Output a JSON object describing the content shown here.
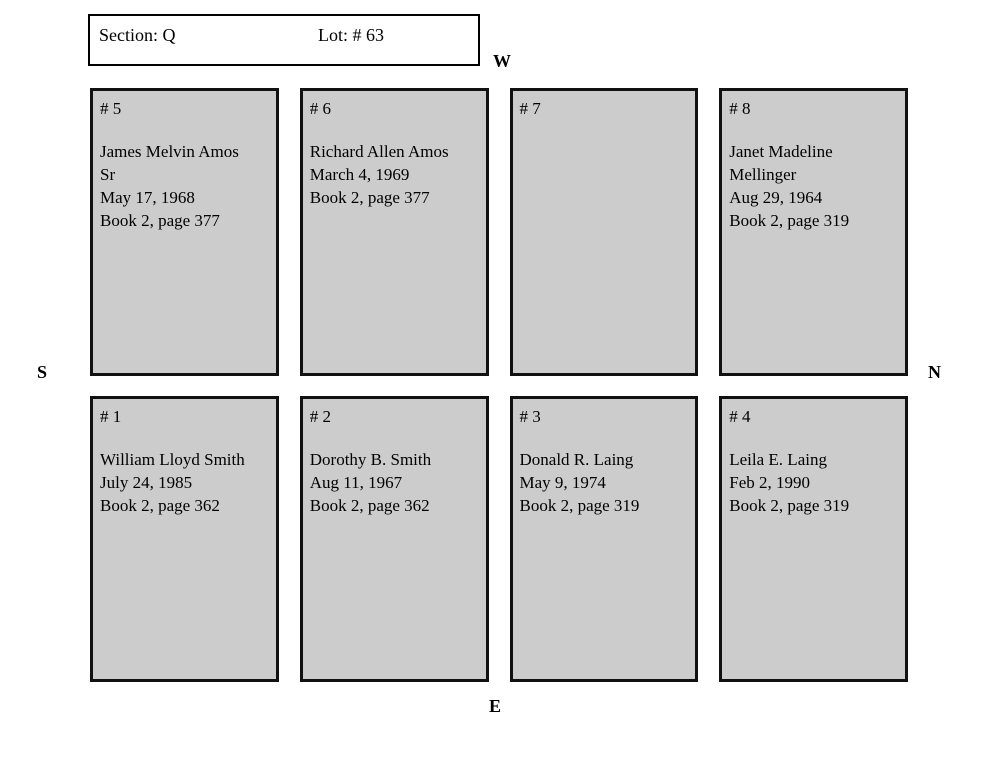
{
  "header": {
    "section_label": "Section: Q",
    "lot_label": "Lot: # 63"
  },
  "compass": {
    "west": "W",
    "south": "S",
    "north": "N",
    "east": "E"
  },
  "colors": {
    "plot_fill": "#cccccc",
    "plot_border": "#111111",
    "header_fill": "#ffffff",
    "text": "#000000"
  },
  "rows": [
    {
      "name": "top-row",
      "plots": [
        {
          "number": "# 5",
          "lines": [
            "James Melvin Amos",
            "Sr",
            "May 17, 1968",
            "Book 2, page 377"
          ]
        },
        {
          "number": "# 6",
          "lines": [
            "Richard Allen Amos",
            "March 4, 1969",
            "Book 2, page 377"
          ]
        },
        {
          "number": "# 7",
          "lines": []
        },
        {
          "number": "# 8",
          "lines": [
            "Janet Madeline",
            "Mellinger",
            "Aug 29, 1964",
            "Book 2, page 319"
          ]
        }
      ]
    },
    {
      "name": "bottom-row",
      "plots": [
        {
          "number": "# 1",
          "lines": [
            "William Lloyd Smith",
            "July 24, 1985",
            "Book 2, page 362"
          ]
        },
        {
          "number": "# 2",
          "lines": [
            "Dorothy B. Smith",
            "Aug 11, 1967",
            "Book 2, page 362"
          ]
        },
        {
          "number": "# 3",
          "lines": [
            "Donald R. Laing",
            "May 9, 1974",
            "Book 2, page 319"
          ]
        },
        {
          "number": "# 4",
          "lines": [
            "Leila E. Laing",
            "Feb 2, 1990",
            "Book 2, page 319"
          ]
        }
      ]
    }
  ]
}
